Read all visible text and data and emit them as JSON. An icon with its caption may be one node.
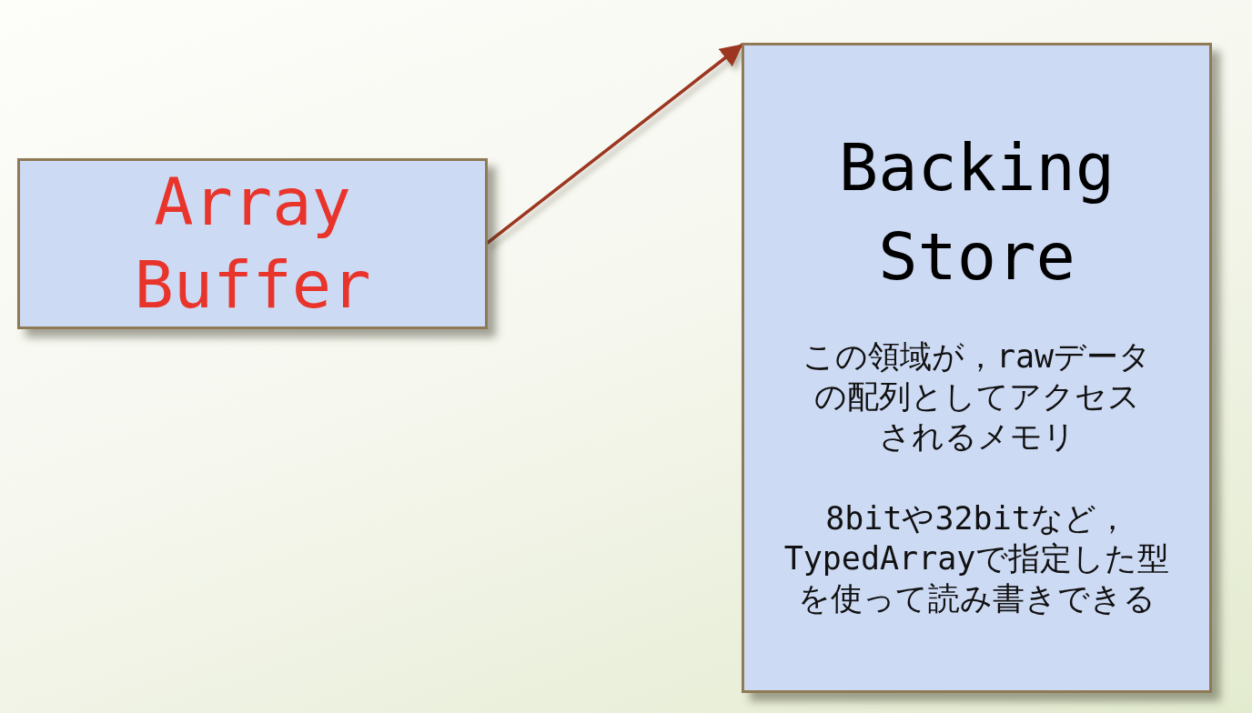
{
  "diagram": {
    "nodes": [
      {
        "text": [
          "Array Buffer"
        ]
      },
      {
        "text": [
          "Backing Store",
          "この領域が，rawデータの配列としてアクセスされるメモリ",
          "8bitや32bitなど，TypedArrayで指定した型を使って読み書きできる"
        ]
      }
    ],
    "edges": [
      {
        "from": 0,
        "to": 1,
        "arrow": "to"
      }
    ]
  }
}
